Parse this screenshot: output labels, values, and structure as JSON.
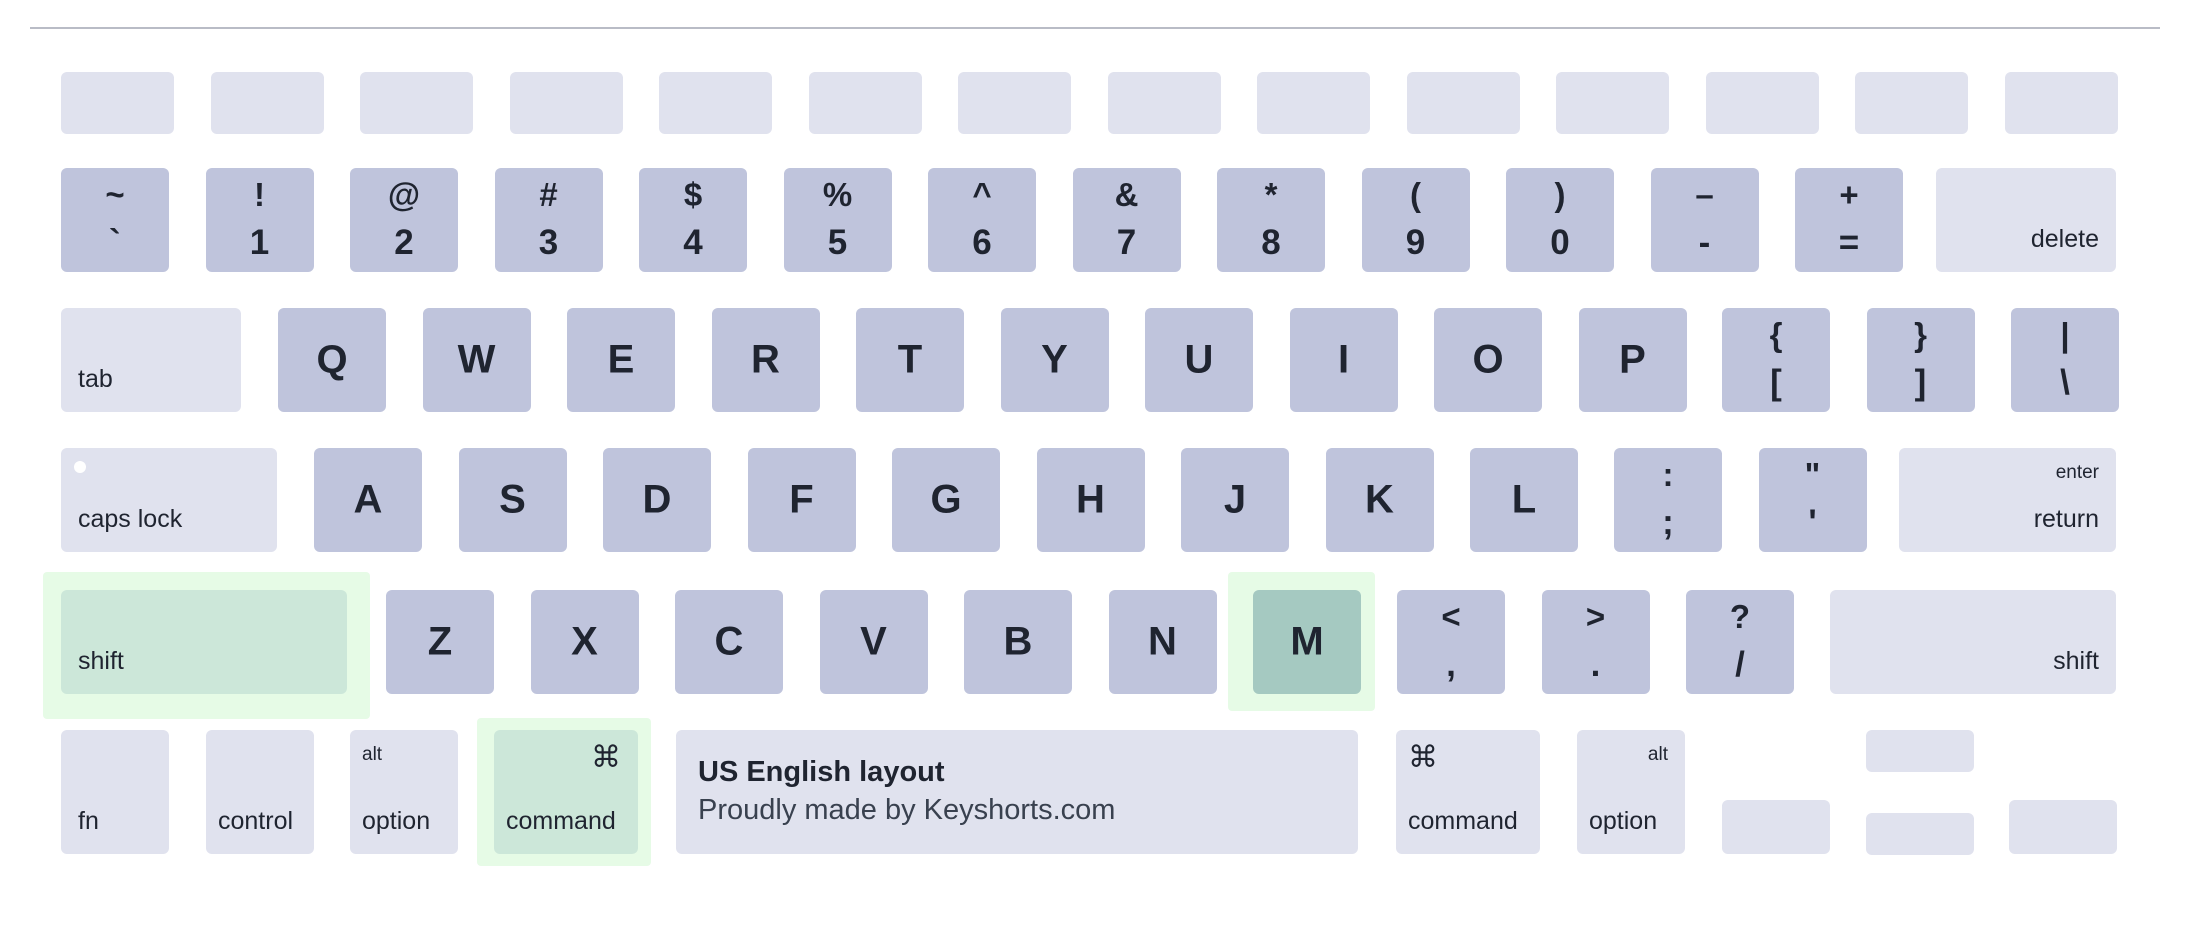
{
  "layout_caption": {
    "title": "US English layout",
    "subtitle": "Proudly made by Keyshorts.com"
  },
  "colors": {
    "key_base": "#bfc4dc",
    "key_muted": "#e0e2ee",
    "key_highlight": "#cce7d9",
    "key_highlight_strong": "#a5c9c1",
    "glow": "#e6fbe6"
  },
  "keyboard": {
    "highlighted_keys": [
      "shift",
      "command",
      "M"
    ],
    "function_row": {
      "count": 14,
      "labels": []
    },
    "number_row": [
      {
        "top": "~",
        "bottom": "`"
      },
      {
        "top": "!",
        "bottom": "1"
      },
      {
        "top": "@",
        "bottom": "2"
      },
      {
        "top": "#",
        "bottom": "3"
      },
      {
        "top": "$",
        "bottom": "4"
      },
      {
        "top": "%",
        "bottom": "5"
      },
      {
        "top": "^",
        "bottom": "6"
      },
      {
        "top": "&",
        "bottom": "7"
      },
      {
        "top": "*",
        "bottom": "8"
      },
      {
        "top": "(",
        "bottom": "9"
      },
      {
        "top": ")",
        "bottom": "0"
      },
      {
        "top": "–",
        "bottom": "-"
      },
      {
        "top": "+",
        "bottom": "="
      }
    ],
    "delete_label": "delete",
    "tab_label": "tab",
    "qwerty_row": [
      "Q",
      "W",
      "E",
      "R",
      "T",
      "Y",
      "U",
      "I",
      "O",
      "P"
    ],
    "qwerty_symbols": [
      {
        "top": "{",
        "bottom": "["
      },
      {
        "top": "}",
        "bottom": "]"
      },
      {
        "top": "|",
        "bottom": "\\"
      }
    ],
    "caps_label": "caps lock",
    "home_row": [
      "A",
      "S",
      "D",
      "F",
      "G",
      "H",
      "J",
      "K",
      "L"
    ],
    "home_symbols": [
      {
        "top": ":",
        "bottom": ";"
      },
      {
        "top": "\"",
        "bottom": "'"
      }
    ],
    "enter_label": "enter",
    "return_label": "return",
    "shift_label": "shift",
    "bottom_row_letters": [
      "Z",
      "X",
      "C",
      "V",
      "B",
      "N",
      "M"
    ],
    "bottom_symbols": [
      {
        "top": "<",
        "bottom": ","
      },
      {
        "top": ">",
        "bottom": "."
      },
      {
        "top": "?",
        "bottom": "/"
      }
    ],
    "fn_label": "fn",
    "control_label": "control",
    "alt_label": "alt",
    "option_label": "option",
    "command_label": "command",
    "command_glyph": "⌘"
  }
}
